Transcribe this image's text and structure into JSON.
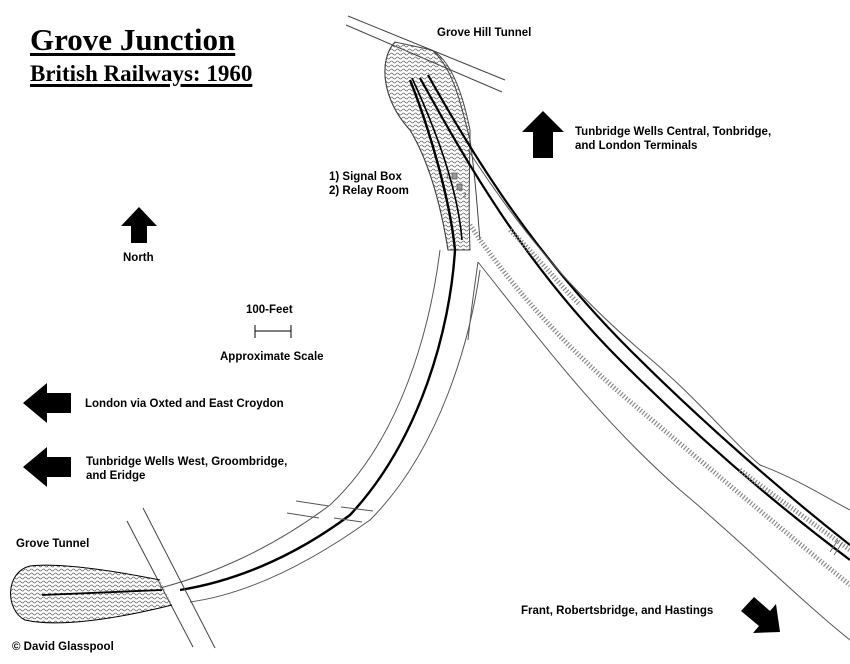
{
  "title": {
    "main": "Grove Junction",
    "sub": "British Railways: 1960"
  },
  "tunnels": {
    "grove_hill": "Grove Hill Tunnel",
    "grove": "Grove Tunnel"
  },
  "buildings": {
    "line1": "1) Signal Box",
    "line2": "2) Relay Room",
    "marker1": "1",
    "marker2": "2"
  },
  "compass": {
    "label": "North",
    "icon": "north-arrow-icon"
  },
  "scale": {
    "distance_label": "100-Feet",
    "caption": "Approximate Scale"
  },
  "destinations": [
    {
      "id": "up-central",
      "direction": "up",
      "line1": "Tunbridge Wells Central, Tonbridge,",
      "line2": "and London Terminals"
    },
    {
      "id": "london-oxted",
      "direction": "left",
      "line1": "London via Oxted and East Croydon",
      "line2": ""
    },
    {
      "id": "twells-west",
      "direction": "left",
      "line1": "Tunbridge Wells West, Groombridge,",
      "line2": "and Eridge"
    },
    {
      "id": "hastings",
      "direction": "down-right",
      "line1": "Frant, Robertsbridge, and Hastings",
      "line2": ""
    }
  ],
  "copyright": "© David Glasspool",
  "colors": {
    "ink": "#000000",
    "line_grey": "#555555",
    "hatch_grey": "#777777",
    "background": "#ffffff"
  }
}
